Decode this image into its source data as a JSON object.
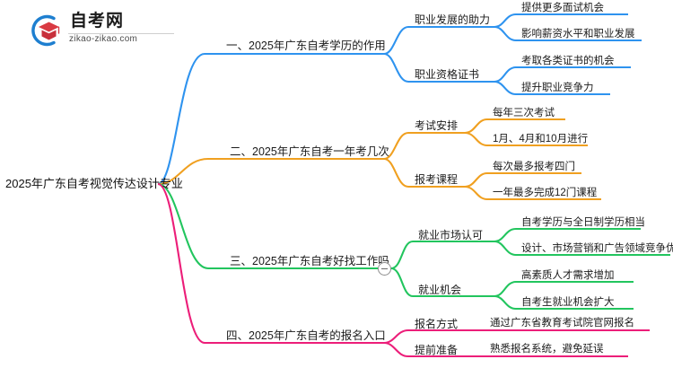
{
  "logo": {
    "name_cn": "自考网",
    "name_en": "zikao-zikao.com",
    "icon": "graduation-cap-logo",
    "arc_color": "#1E7FD0",
    "cap_color": "#D93A43"
  },
  "mindmap": {
    "root": {
      "label": "2025年广东自考视觉传达设计专业"
    },
    "branches": [
      {
        "label": "一、2025年广东自考学历的作用",
        "color": "#2E93EF",
        "collapsible": false,
        "children": [
          {
            "label": "职业发展的助力",
            "leaves": [
              {
                "label": "提供更多面试机会"
              },
              {
                "label": "影响薪资水平和职业发展"
              }
            ]
          },
          {
            "label": "职业资格证书",
            "leaves": [
              {
                "label": "考取各类证书的机会"
              },
              {
                "label": "提升职业竞争力"
              }
            ]
          }
        ]
      },
      {
        "label": "二、2025年广东自考一年考几次",
        "color": "#F0A020",
        "collapsible": false,
        "children": [
          {
            "label": "考试安排",
            "leaves": [
              {
                "label": "每年三次考试"
              },
              {
                "label": "1月、4月和10月进行"
              }
            ]
          },
          {
            "label": "报考课程",
            "leaves": [
              {
                "label": "每次最多报考四门"
              },
              {
                "label": "一年最多完成12门课程"
              }
            ]
          }
        ]
      },
      {
        "label": "三、2025年广东自考好找工作吗",
        "color": "#22C55E",
        "collapsible": true,
        "collapse_state": "expanded",
        "children": [
          {
            "label": "就业市场认可",
            "leaves": [
              {
                "label": "自考学历与全日制学历相当"
              },
              {
                "label": "设计、市场营销和广告领域竞争优势"
              }
            ]
          },
          {
            "label": "就业机会",
            "leaves": [
              {
                "label": "高素质人才需求增加"
              },
              {
                "label": "自考生就业机会扩大"
              }
            ]
          }
        ]
      },
      {
        "label": "四、2025年广东自考的报名入口",
        "color": "#EC1E79",
        "collapsible": false,
        "children": [
          {
            "label": "报名方式",
            "leaves": [
              {
                "label": "通过广东省教育考试院官网报名"
              }
            ]
          },
          {
            "label": "提前准备",
            "leaves": [
              {
                "label": "熟悉报名系统，避免延误"
              }
            ]
          }
        ]
      }
    ]
  }
}
